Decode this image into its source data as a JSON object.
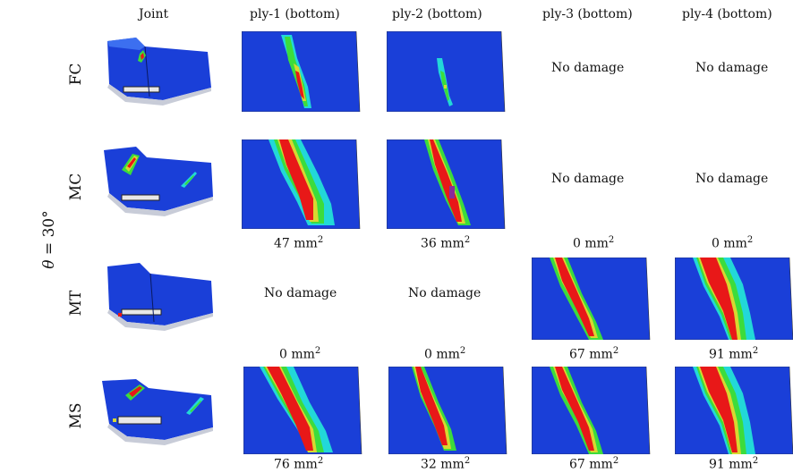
{
  "headers": {
    "joint": "Joint",
    "ply1": "ply-1 (bottom)",
    "ply2": "ply-2 (bottom)",
    "ply3": "ply-3 (bottom)",
    "ply4": "ply-4 (bottom)"
  },
  "theta_label": {
    "symbol": "θ",
    "rest": " = 30°"
  },
  "rows": {
    "fc": {
      "label": "FC",
      "ply3_text": "No damage",
      "ply4_text": "No damage"
    },
    "mc": {
      "label": "MC",
      "ply3_text": "No damage",
      "ply4_text": "No damage",
      "area1": "47 mm",
      "area2": "36 mm",
      "area3": "0 mm",
      "area4": "0 mm"
    },
    "mt": {
      "label": "MT",
      "ply1_text": "No damage",
      "ply2_text": "No damage",
      "area1": "0 mm",
      "area2": "0 mm",
      "area3": "67 mm",
      "area4": "91 mm"
    },
    "ms": {
      "label": "MS",
      "area1": "76 mm",
      "area2": "32 mm",
      "area3": "67 mm",
      "area4": "91 mm"
    }
  },
  "unit_exponent": "2",
  "colors": {
    "background_blue": "#1a3fd8",
    "cyan": "#22d8d8",
    "green": "#3cdc3c",
    "yellow": "#d8d830",
    "red": "#e81818"
  }
}
